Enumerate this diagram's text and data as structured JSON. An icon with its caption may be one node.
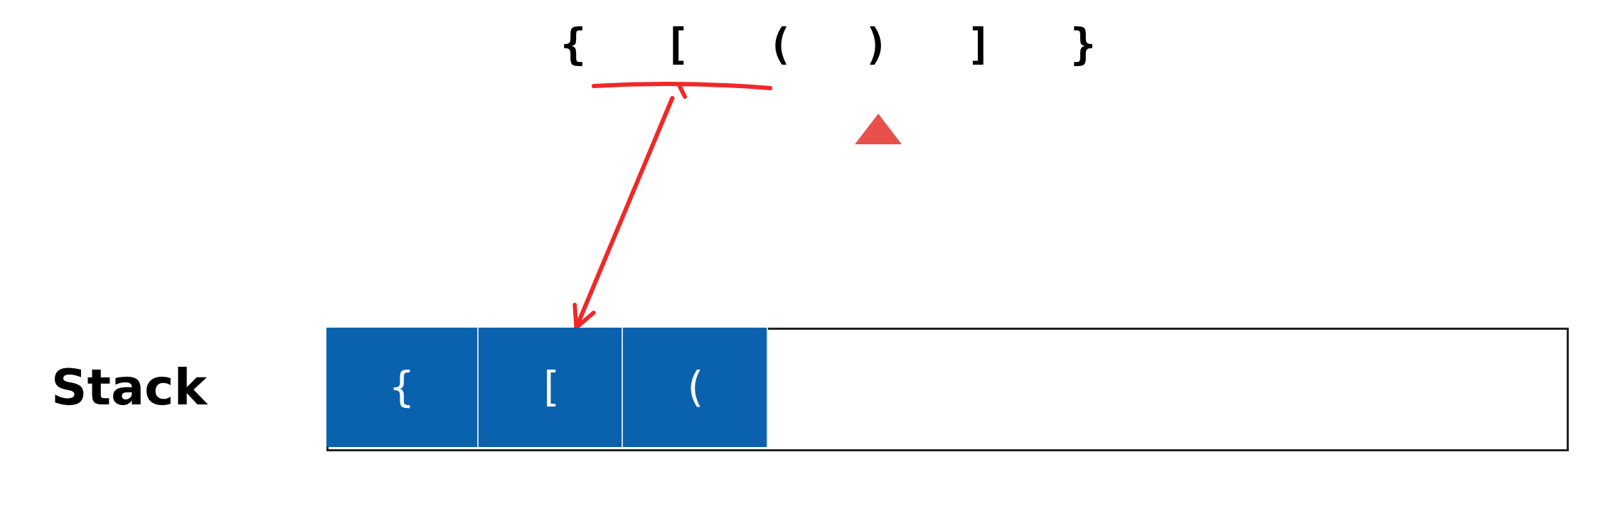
{
  "diagram": {
    "nodes": [
      {
        "text": [
          "{"
        ]
      },
      {
        "text": [
          "["
        ]
      },
      {
        "text": [
          "("
        ]
      },
      {
        "text": [
          ")"
        ]
      },
      {
        "text": [
          "]"
        ]
      },
      {
        "text": [
          "}"
        ]
      },
      {
        "text": [],
        "shape": "bar"
      },
      {
        "text": [
          "{"
        ],
        "in": 6
      },
      {
        "text": [
          "["
        ],
        "in": 6
      },
      {
        "text": [
          "("
        ],
        "in": 6
      }
    ],
    "edges": [
      {
        "from": 1,
        "to": 8,
        "arrow": "to"
      }
    ],
    "labels": [
      "Stack"
    ]
  }
}
